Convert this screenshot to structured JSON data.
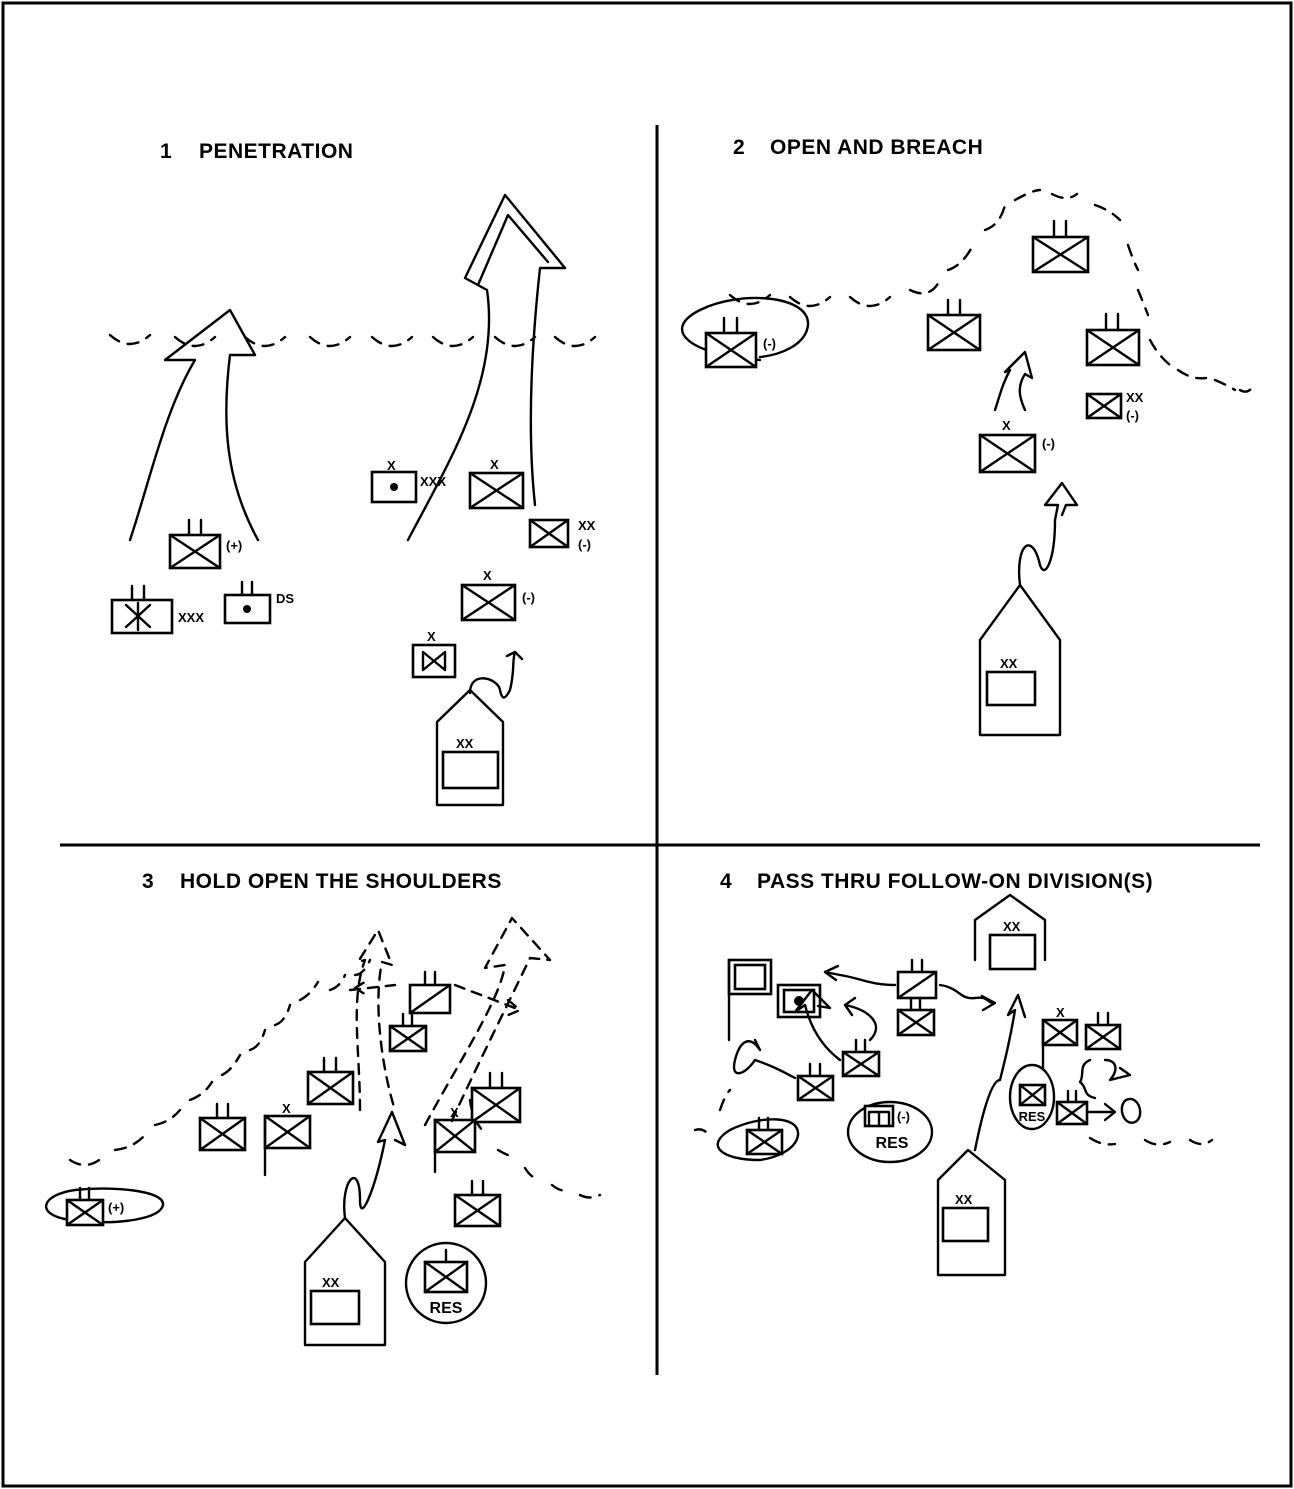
{
  "panels": [
    {
      "number": "1",
      "title": "PENETRATION"
    },
    {
      "number": "2",
      "title": "OPEN AND BREACH"
    },
    {
      "number": "3",
      "title": "HOLD OPEN THE SHOULDERS"
    },
    {
      "number": "4",
      "title": "PASS THRU FOLLOW-ON DIVISION(S)"
    }
  ],
  "labels": {
    "xx": "XX",
    "xxx": "XXX",
    "x": "X",
    "minus": "(-)",
    "plus": "(+)",
    "ds": "DS",
    "xx_minus_top": "XX",
    "xx_minus_bottom": "(-)",
    "res": "RES"
  }
}
